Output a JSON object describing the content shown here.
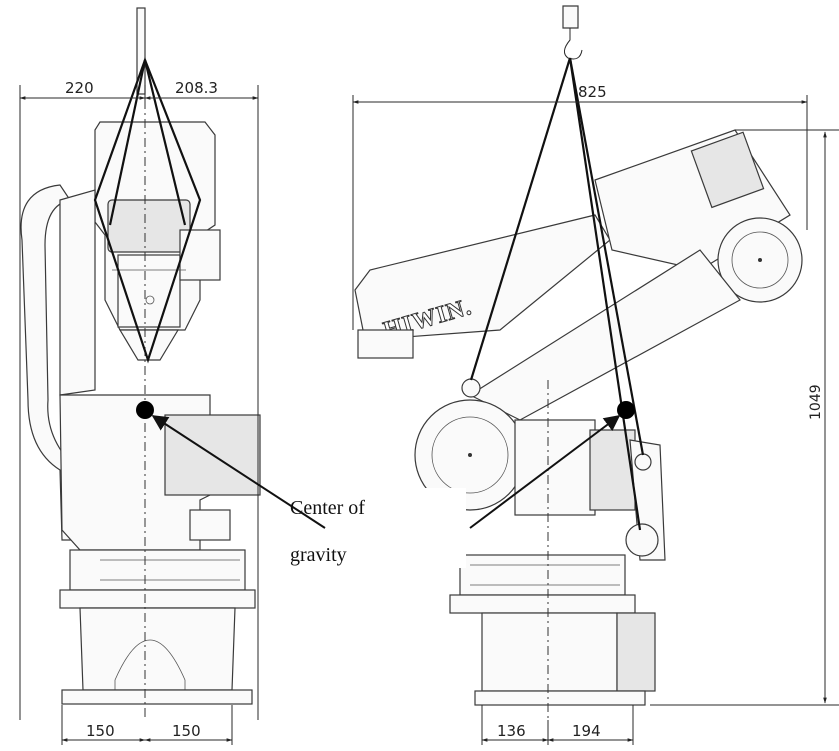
{
  "left_view": {
    "dim_top_left": "220",
    "dim_top_right": "208.3",
    "dim_bottom_left": "150",
    "dim_bottom_right": "150"
  },
  "right_view": {
    "dim_top": "825",
    "dim_height": "1049",
    "dim_bottom_left": "136",
    "dim_bottom_right": "194",
    "brand_logo": "HIWIN."
  },
  "callout": {
    "line1": "Center of",
    "line2": "gravity"
  },
  "colors": {
    "line": "#2a2a2a",
    "cog_marker": "#000000",
    "part_fill": "#fafafa"
  }
}
